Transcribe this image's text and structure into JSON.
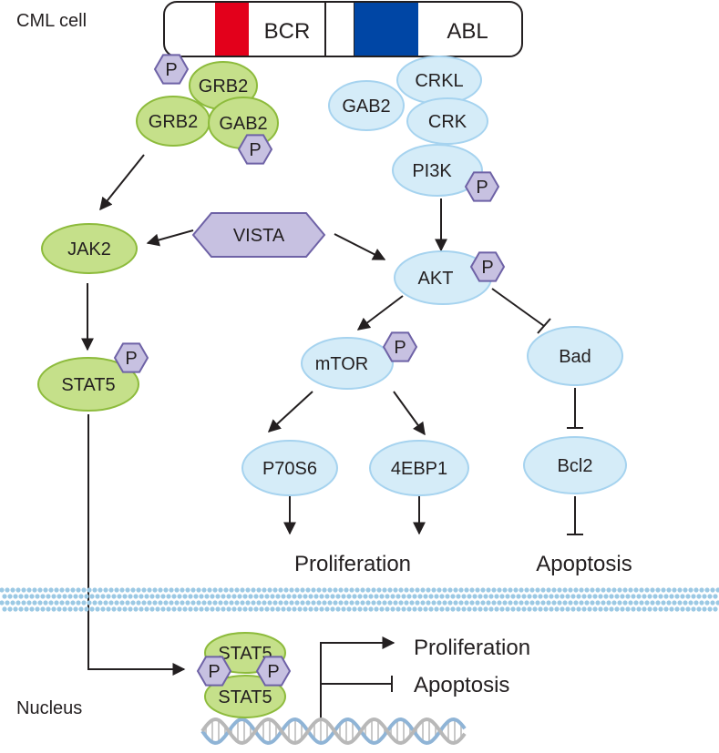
{
  "regions": {
    "cell": "CML cell",
    "nucleus": "Nucleus"
  },
  "fusion": {
    "bcr": "BCR",
    "abl": "ABL",
    "colors": {
      "bcr_domain": "#e3001b",
      "abl_domain": "#0046a5"
    }
  },
  "nodes": {
    "grb2_top": "GRB2",
    "grb2_left": "GRB2",
    "gab2_green": "GAB2",
    "gab2_blue": "GAB2",
    "crkl": "CRKL",
    "crk": "CRK",
    "pi3k": "PI3K",
    "vista": "VISTA",
    "jak2": "JAK2",
    "akt": "AKT",
    "stat5": "STAT5",
    "mtor": "mTOR",
    "bad": "Bad",
    "p70s6": "P70S6",
    "ebp1": "4EBP1",
    "bcl2": "Bcl2",
    "stat5_dimer_top": "STAT5",
    "stat5_dimer_bottom": "STAT5"
  },
  "phospho_label": "P",
  "outcomes": {
    "proliferation": "Proliferation",
    "apoptosis": "Apoptosis",
    "nuclear_proliferation": "Proliferation",
    "nuclear_apoptosis": "Apoptosis"
  },
  "colors": {
    "green_fill": "#c5e08a",
    "blue_fill": "#d5ecf8",
    "purple_fill": "#c7c1e1",
    "membrane": "#9cc9e4"
  }
}
